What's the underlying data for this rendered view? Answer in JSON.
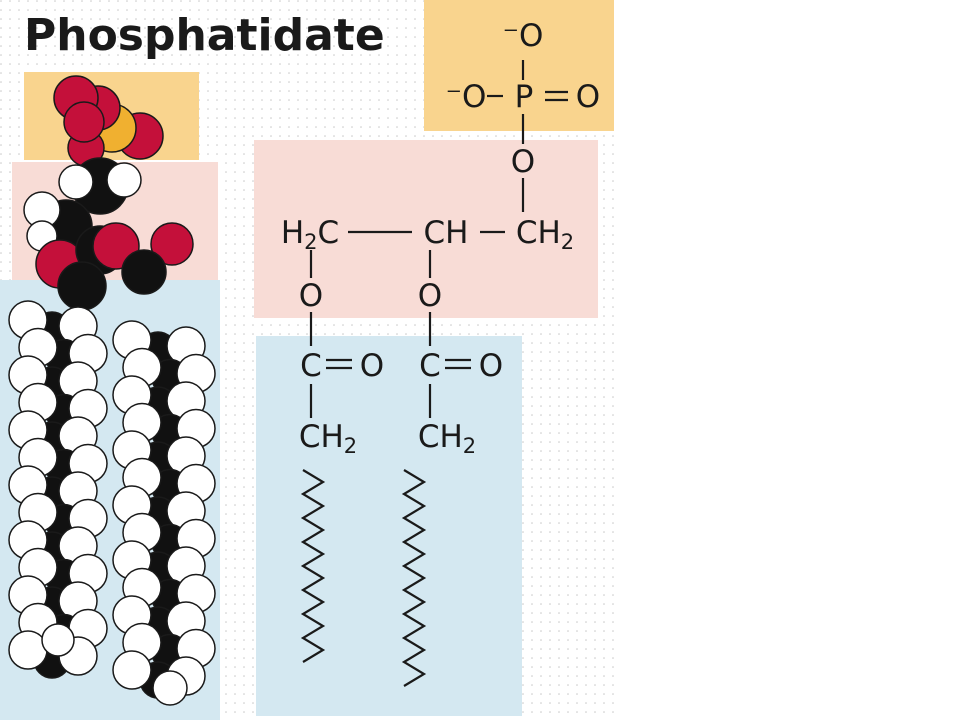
{
  "title": "Phosphatidate",
  "colors": {
    "phosphate_region": "#f9d48e",
    "glycerol_region": "#f8dcd6",
    "fatty_acid_region": "#d4e8f1",
    "oxygen_atom": "#c4103a",
    "phosphorus_atom": "#f0b030",
    "carbon_atom": "#111111",
    "hydrogen_atom": "#ffffff"
  },
  "formula": {
    "phosphate_top_o": "⁻O",
    "phosphate_left_o": "⁻O",
    "phosphorus": "P",
    "phosphate_double_o": "O",
    "phosphate_bridge_o": "O",
    "glycerol_c1": {
      "main": "H",
      "sub": "2",
      "tail": "C"
    },
    "glycerol_c2": "CH",
    "glycerol_c3": {
      "main": "CH",
      "sub": "2"
    },
    "ester_o_left": "O",
    "ester_o_right": "O",
    "carbonyl_left": {
      "c": "C",
      "o": "O"
    },
    "carbonyl_right": {
      "c": "C",
      "o": "O"
    },
    "chain_left_ch2": {
      "main": "CH",
      "sub": "2"
    },
    "chain_right_ch2": {
      "main": "CH",
      "sub": "2"
    }
  }
}
